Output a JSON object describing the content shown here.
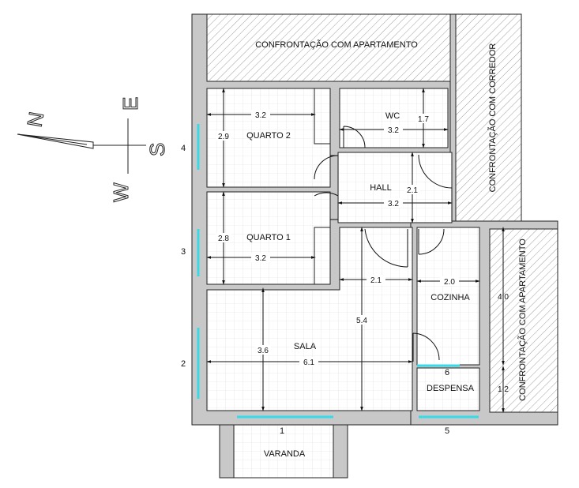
{
  "plan": {
    "neighbors": {
      "top": "CONFRONTAÇÃO COM APARTAMENTO",
      "right_corridor": "CONFRONTAÇÃO COM CORREDOR",
      "right_apartment": "CONFRONTAÇÃO COM APARTAMENTO"
    },
    "rooms": {
      "quarto2": "QUARTO 2",
      "quarto1": "QUARTO 1",
      "wc": "WC",
      "hall": "HALL",
      "sala": "SALA",
      "cozinha": "COZINHA",
      "despensa": "DESPENSA",
      "varanda": "VARANDA"
    },
    "dimensions": {
      "quarto2_w": "3.2",
      "quarto2_h": "2.9",
      "wc_w": "3.2",
      "wc_h": "1.7",
      "hall_w": "3.2",
      "hall_h": "2.1",
      "quarto1_w": "3.2",
      "quarto1_h": "2.8",
      "sala_upper_w": "2.1",
      "sala_h_full": "5.4",
      "sala_h": "3.6",
      "sala_w": "6.1",
      "cozinha_w": "2.0",
      "cozinha_h": "4.0",
      "despensa_h": "1.2"
    },
    "window_numbers": [
      "1",
      "2",
      "3",
      "4",
      "5",
      "6"
    ],
    "compass": {
      "n": "N",
      "e": "E",
      "s": "S",
      "w": "W"
    },
    "colors": {
      "window": "#35dbe8",
      "wall": "#c8c8c8"
    }
  }
}
